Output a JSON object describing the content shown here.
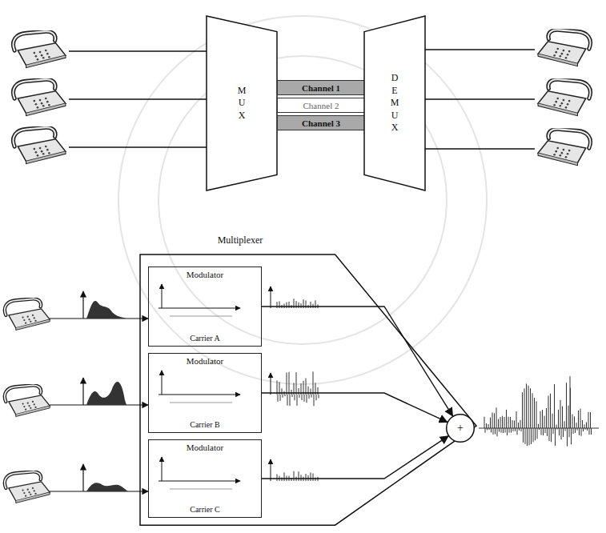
{
  "diagram": {
    "nodes": [
      {
        "text": [
          "M U X"
        ]
      },
      {
        "text": [
          "Channel 1"
        ]
      },
      {
        "text": [
          "Channel 2"
        ]
      },
      {
        "text": [
          "Channel 3"
        ]
      },
      {
        "text": [
          "D E M U X"
        ]
      },
      {
        "text": [
          "Multiplexer"
        ]
      },
      {
        "text": [
          "Modulator",
          "Carrier A"
        ],
        "in": 5
      },
      {
        "text": [
          "Modulator",
          "Carrier B"
        ],
        "in": 5
      },
      {
        "text": [
          "Modulator",
          "Carrier C"
        ],
        "in": 5
      },
      {
        "text": [
          "+"
        ]
      }
    ],
    "edges": [
      {
        "from": 6,
        "to": 9,
        "arrow": "to"
      },
      {
        "from": 7,
        "to": 9,
        "arrow": "to"
      },
      {
        "from": 8,
        "to": 9,
        "arrow": "to"
      }
    ]
  }
}
